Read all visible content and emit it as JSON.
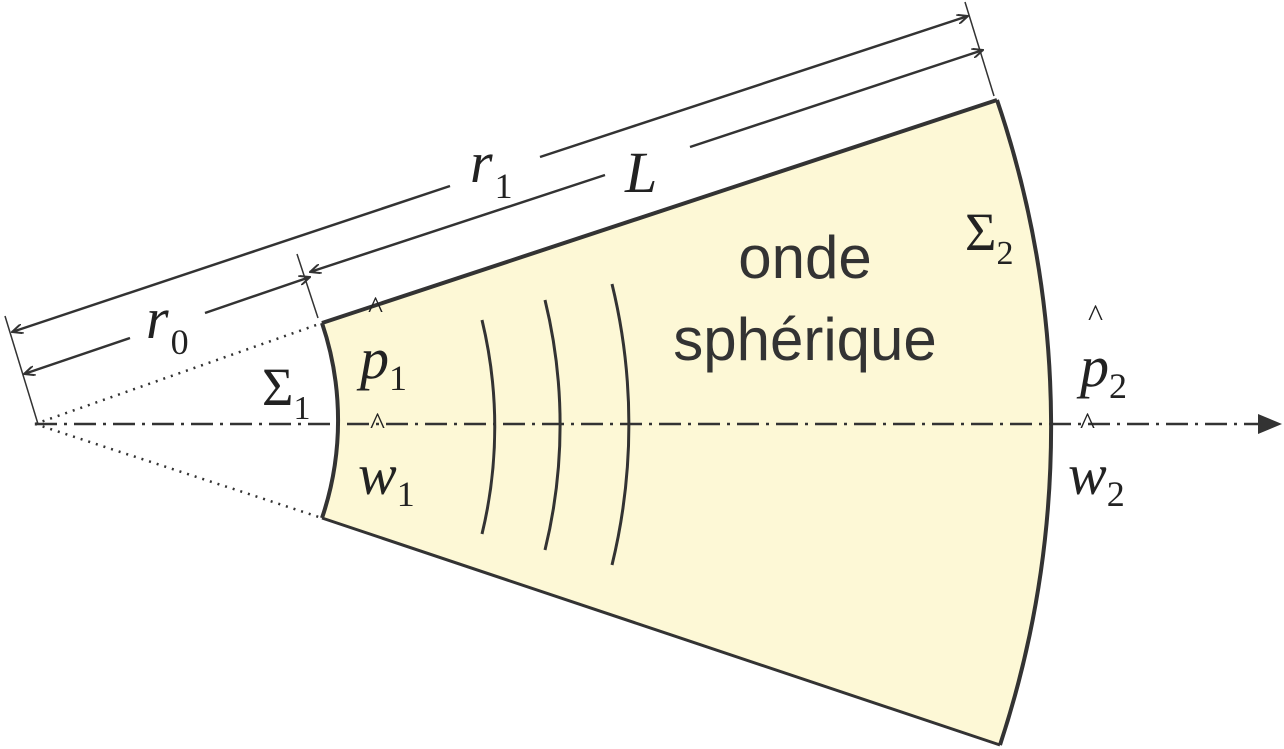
{
  "labels": {
    "r1": "r",
    "r1_sub": "1",
    "r0": "r",
    "r0_sub": "0",
    "L": "L",
    "sigma1": "Σ",
    "sigma1_sub": "1",
    "sigma2": "Σ",
    "sigma2_sub": "2",
    "p1": "p",
    "p1_sub": "1",
    "w1": "w",
    "w1_sub": "1",
    "p2": "p",
    "p2_sub": "2",
    "w2": "w",
    "w2_sub": "2",
    "hat": "^",
    "wave_line1": "onde",
    "wave_line2": "sphérique"
  },
  "colors": {
    "fill": "#fdf8d6",
    "stroke": "#333333"
  }
}
